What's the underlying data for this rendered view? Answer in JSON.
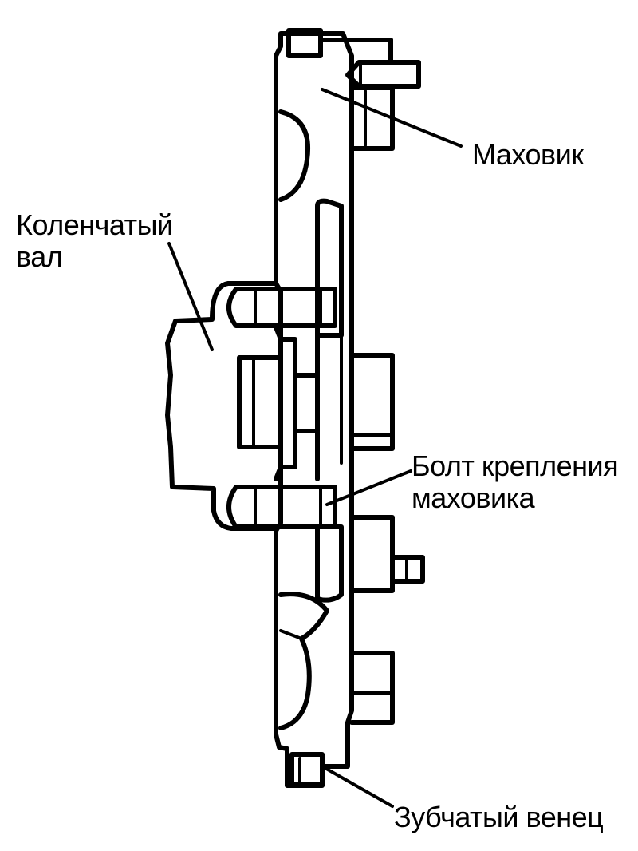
{
  "labels": {
    "flywheel": "Маховик",
    "crankshaft_line1": "Коленчатый",
    "crankshaft_line2": "вал",
    "bolt_line1": "Болт крепления",
    "bolt_line2": "маховика",
    "ring_gear": "Зубчатый венец"
  },
  "colors": {
    "line": "#000000",
    "background": "#ffffff"
  }
}
